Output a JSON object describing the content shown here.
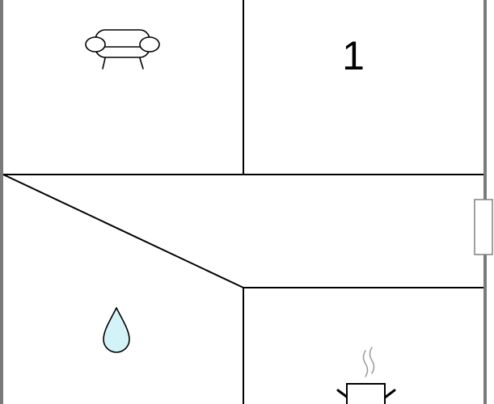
{
  "floorplan": {
    "rooms": [
      {
        "id": "living-room",
        "icon": "sofa-icon"
      },
      {
        "id": "room-1",
        "label": "1"
      },
      {
        "id": "hallway"
      },
      {
        "id": "bathroom",
        "icon": "water-drop-icon"
      },
      {
        "id": "kitchen",
        "icon": "cooking-pot-icon"
      }
    ],
    "colors": {
      "wall": "#000000",
      "outer_wall": "#7a7a7a",
      "window": "#808080",
      "water_fill": "#d4f3f9",
      "steam": "#999999"
    }
  }
}
